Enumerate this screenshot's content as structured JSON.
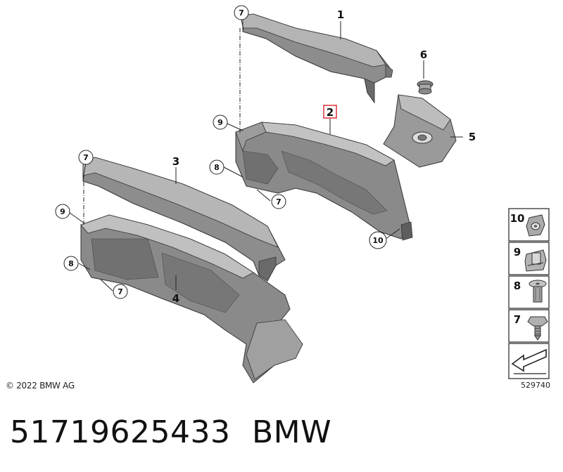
{
  "callouts": {
    "c7_top": "7",
    "c1": "1",
    "c6": "6",
    "c2": "2",
    "c9_upper": "9",
    "c5": "5",
    "c8_upper": "8",
    "c7_upper_mid": "7",
    "c10": "10",
    "c7_left": "7",
    "c3": "3",
    "c9_left": "9",
    "c8_left": "8",
    "c7_lower": "7",
    "c4": "4"
  },
  "legend": [
    {
      "number": "10",
      "icon": "clip-nut-icon"
    },
    {
      "number": "9",
      "icon": "spring-clip-icon"
    },
    {
      "number": "8",
      "icon": "expansion-rivet-icon"
    },
    {
      "number": "7",
      "icon": "screw-icon"
    }
  ],
  "footer": {
    "copyright": "© 2022 BMW AG",
    "diagram_id": "529740",
    "part_number": "51719625433",
    "brand": "BMW"
  },
  "colors": {
    "highlight": "#e0303a",
    "part_fill": "#8f8f8f",
    "part_dark": "#5b5b5b",
    "line": "#222222"
  }
}
